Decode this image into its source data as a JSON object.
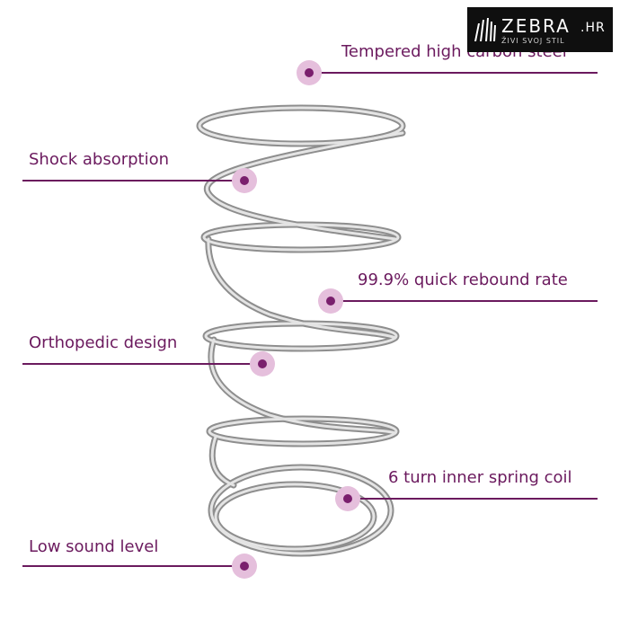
{
  "logo": {
    "brand_name": "ZEBRA",
    "brand_tld": ".HR",
    "tagline": "ŽIVI SVOJ STIL",
    "icon": "zebra-stripes-icon"
  },
  "callouts": [
    {
      "label": "Tempered high carbon steel"
    },
    {
      "label": "Shock absorption"
    },
    {
      "label": "99.9% quick rebound rate"
    },
    {
      "label": "Orthopedic design"
    },
    {
      "label": "6 turn inner spring coil"
    },
    {
      "label": "Low sound level"
    }
  ],
  "colors": {
    "accent": "#7a1f6d",
    "accent_light": "#e5bfdc",
    "line": "#6b1a5e",
    "spring": "#b9b9b9",
    "logo_bg": "#0f0f0f"
  }
}
